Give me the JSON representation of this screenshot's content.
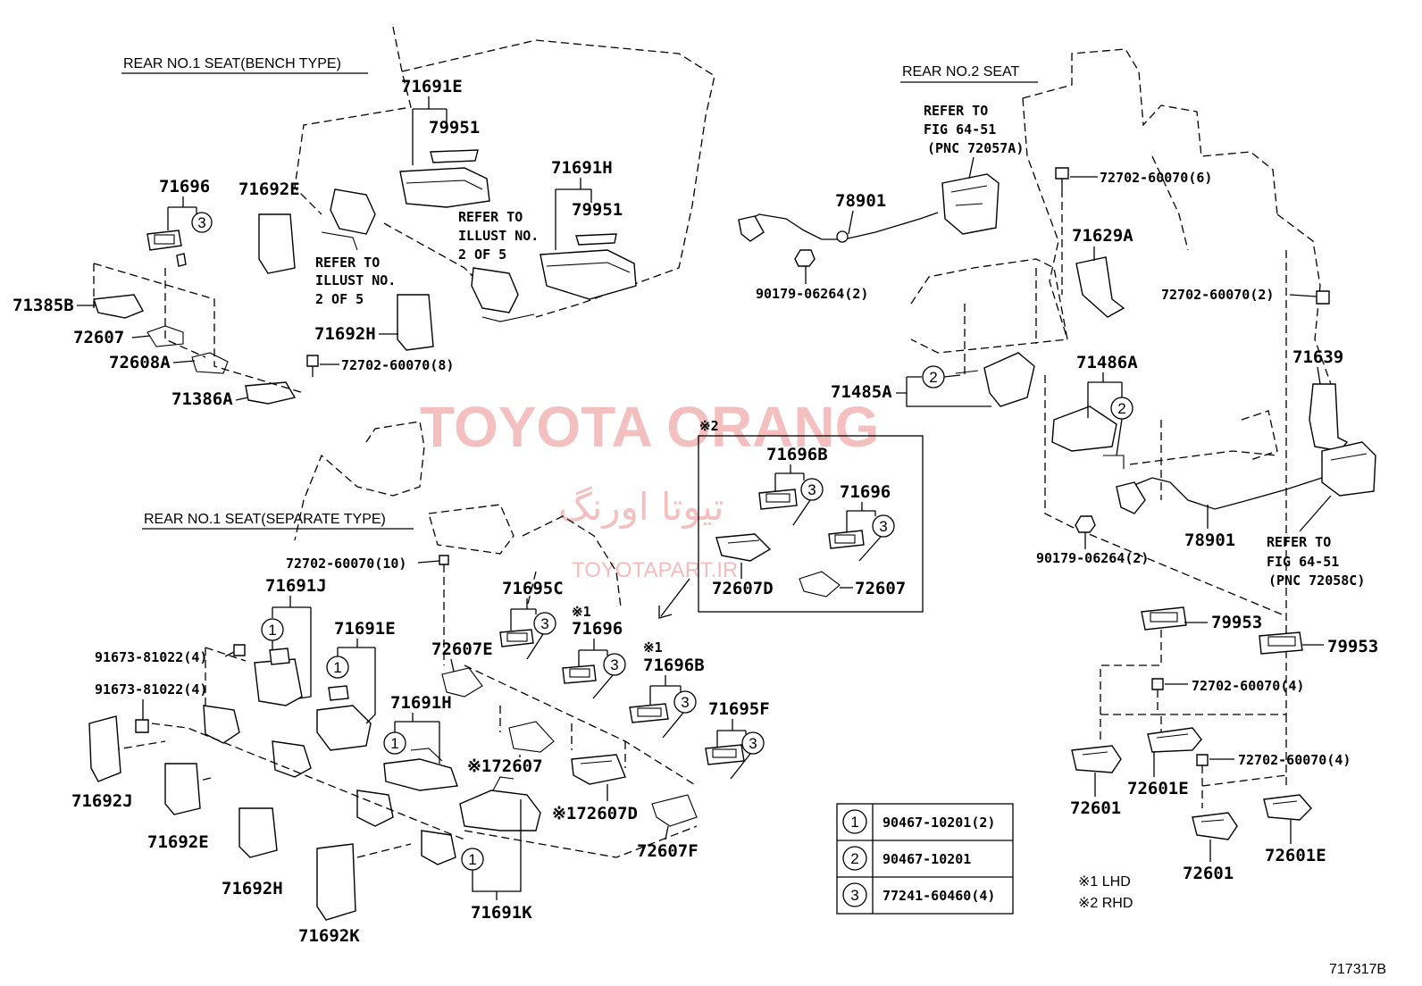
{
  "sections": {
    "bench": "REAR NO.1 SEAT(BENCH TYPE)",
    "separate": "REAR NO.1 SEAT(SEPARATE TYPE)",
    "rear2": "REAR  NO.2 SEAT"
  },
  "watermark": {
    "main": "TOYOTA ORANG",
    "persian": "تیوتا اورنگ",
    "site": "TOYOTAPART.IR"
  },
  "bench_labels": {
    "p71691E": "71691E",
    "p79951a": "79951",
    "p71691H": "71691H",
    "p79951b": "79951",
    "p71696": "71696",
    "p71692E": "71692E",
    "p71385B": "71385B",
    "p72607": "72607",
    "p72608A": "72608A",
    "p71386A": "71386A",
    "p71692H": "71692H",
    "p72702_8": "72702-60070(8)",
    "ref1_l1": "REFER TO",
    "ref1_l2": "ILLUST NO.",
    "ref1_l3": "2 OF 5",
    "ref2_l1": "REFER TO",
    "ref2_l2": "ILLUST NO.",
    "ref2_l3": "2 OF 5"
  },
  "sep_labels": {
    "p72702_10": "72702-60070(10)",
    "p71691J": "71691J",
    "p91673a": "91673-81022(4)",
    "p91673b": "91673-81022(4)",
    "p71691E": "71691E",
    "p72607E": "72607E",
    "p71691H": "71691H",
    "p71695C": "71695C",
    "lhd1": "※1",
    "p71696": "71696",
    "lhd2": "※1",
    "p71696B": "71696B",
    "p71695F": "71695F",
    "p72607": "※172607",
    "p72607D": "※172607D",
    "p72607F": "72607F",
    "p71692J": "71692J",
    "p71692E": "71692E",
    "p71692H": "71692H",
    "p71692K": "71692K",
    "p71691K": "71691K"
  },
  "rhd_box": {
    "mark": "※2",
    "p71696B": "71696B",
    "p71696": "71696",
    "p72607D": "72607D",
    "p72607": "72607"
  },
  "rear2_labels": {
    "ref_a1": "REFER TO",
    "ref_a2": "FIG 64-51",
    "ref_a3": "(PNC 72057A)",
    "p78901a": "78901",
    "p90179a": "90179-06264(2)",
    "p72702_6": "72702-60070(6)",
    "p71629A": "71629A",
    "p72702_2": "72702-60070(2)",
    "p71485A": "71485A",
    "p71486A": "71486A",
    "p71639": "71639",
    "p78901b": "78901",
    "p90179b": "90179-06264(2)",
    "ref_b1": "REFER TO",
    "ref_b2": "FIG 64-51",
    "ref_b3": "(PNC 72058C)",
    "p79953a": "79953",
    "p79953b": "79953",
    "p72702_4a": "72702-60070(4)",
    "p72702_4b": "72702-60070(4)",
    "p72601a": "72601",
    "p72601Ea": "72601E",
    "p72601b": "72601",
    "p72601Eb": "72601E"
  },
  "legend": [
    {
      "num": "1",
      "part": "90467-10201(2)"
    },
    {
      "num": "2",
      "part": "90467-10201"
    },
    {
      "num": "3",
      "part": "77241-60460(4)"
    }
  ],
  "notes": {
    "lhd": "※1 LHD",
    "rhd": "※2 RHD"
  },
  "figure_id": "717317B"
}
